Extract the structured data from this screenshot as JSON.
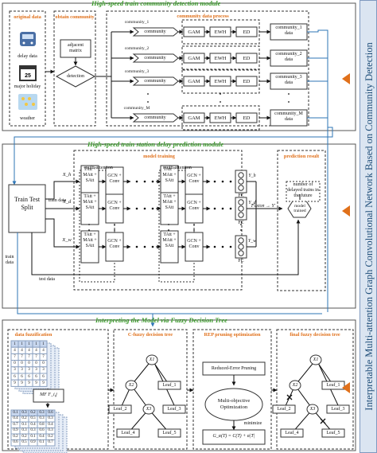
{
  "side_title": "Interpretable Multi-attention Graph Convolutional Network Based on Community Detection",
  "module1": {
    "title": "High-speed train community detection module",
    "original_data": "original data",
    "delay_data": "delay data",
    "major_holiday": "major holiday",
    "weather": "weather",
    "obtain_community": "obtain community",
    "adjacent_matrix": "adjacent matrix",
    "detection": "detection",
    "community_process": "community data process",
    "community": "community",
    "gam": "GAM",
    "ewh": "EWH",
    "ed": "ED",
    "communities": [
      "community_1",
      "community_2",
      "community_3",
      "community_M"
    ],
    "outputs": [
      "community_1 data",
      "community_2 data",
      "community_3 data",
      "community_M data"
    ],
    "calendar_number": "25"
  },
  "module2": {
    "title": "High-speed train station delay prediction module",
    "split": "Train Test Split",
    "train_data": "train data",
    "train_data_2": "train data",
    "test_data": "test data",
    "model_training": "model training",
    "multi_attention": "multi-attention",
    "att": "TAtt + MAtt + SAtt",
    "gcn": "GCN + Conv",
    "fc": "FC",
    "inputs": [
      "X_h",
      "X_d",
      "X_w"
    ],
    "outputs": [
      "Y_h",
      "Y_d",
      "Y_w"
    ],
    "fusion": "Fusion → Y'",
    "prediction_result": "prediction result",
    "delayed_trains": "number of delayed trains in the future",
    "model_trained": "model trained"
  },
  "module3": {
    "title": "Interpreting the Model via Fuzzy Decision Tree",
    "data_fuzzification": "data fuzzification",
    "mf": "MF F_i,j",
    "c_fuzzy": "C-fuzzy decision tree",
    "rep": "REP pruning optimization",
    "rep_box": "Reduced-Error Pruning",
    "moo": "Multi-objective Optimization",
    "minimize": "minimize",
    "formula": "G_α(T) = C(T) + α|T|",
    "final": "final fuzzy decision tree",
    "nodes": [
      "X1",
      "X2",
      "X3"
    ],
    "leaves": [
      "Leaf_1",
      "Leaf_2",
      "Leaf_3",
      "Leaf_4",
      "Leaf_5"
    ],
    "table_top": [
      [
        "1",
        "1",
        "1",
        "1",
        "1"
      ],
      [
        "4",
        "4",
        "4",
        "4",
        "4"
      ],
      [
        "7",
        "7",
        "7",
        "7",
        "7"
      ],
      [
        "0",
        "0",
        "0",
        "0",
        "0"
      ],
      [
        "3",
        "3",
        "3",
        "3",
        "3"
      ],
      [
        "6",
        "6",
        "6",
        "6",
        "6"
      ],
      [
        "9",
        "9",
        "9",
        "9",
        "9"
      ]
    ],
    "table_bottom": [
      [
        "0.1",
        "0.3",
        "0.2",
        "0.3",
        "0.6"
      ],
      [
        "0.4",
        "0.2",
        "0.5",
        "0.3",
        "0.3"
      ],
      [
        "0.7",
        "0.1",
        "0.4",
        "0.8",
        "0.4"
      ],
      [
        "0.9",
        "0.3",
        "0.3",
        "0.6",
        "0.3"
      ],
      [
        "0.2",
        "0.2",
        "0.1",
        "0.4",
        "0.2"
      ],
      [
        "0.6",
        "0.5",
        "0.9",
        "0.1",
        "0.7"
      ]
    ]
  }
}
